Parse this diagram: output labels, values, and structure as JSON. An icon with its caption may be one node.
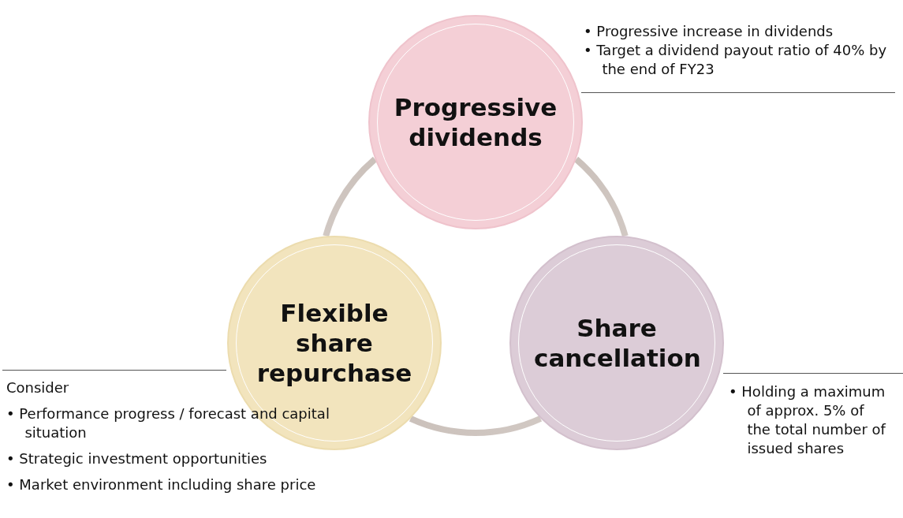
{
  "diagram": {
    "nodes": [
      {
        "text": [
          "Progressive dividends"
        ],
        "beside": [
          "• Progressive increase in dividends",
          "• Target a dividend payout ratio of 40% by the end of FY23"
        ]
      },
      {
        "text": [
          "Flexible share repurchase"
        ],
        "beside": [
          "Consider",
          "• Performance progress / forecast and capital situation",
          "• Strategic investment opportunities",
          "• Market environment including share price"
        ]
      },
      {
        "text": [
          "Share cancellation"
        ],
        "beside": [
          "• Holding a maximum of approx. 5% of the total number of issued shares"
        ]
      }
    ],
    "edges": [
      {
        "from": 0,
        "to": 1,
        "arrow": "none"
      },
      {
        "from": 0,
        "to": 2,
        "arrow": "none"
      },
      {
        "from": 1,
        "to": 2,
        "arrow": "none"
      }
    ]
  }
}
